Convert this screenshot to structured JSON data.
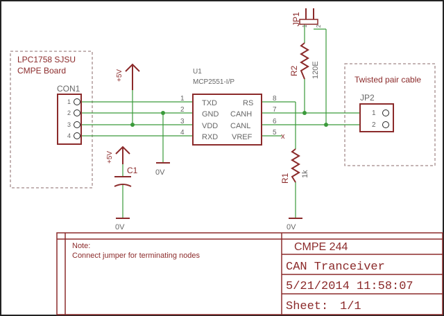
{
  "colors": {
    "net": "#3a9a3a",
    "part": "#8b2a2a",
    "frame": "#8b2a2a",
    "text_part": "#8b2a2a",
    "text_net": "#666666",
    "dashed": "#8a6a6a"
  },
  "con1": {
    "group_line1": "LPC1758 SJSU",
    "group_line2": "CMPE Board",
    "name": "CON1",
    "pins": [
      "1",
      "2",
      "3",
      "4"
    ]
  },
  "power": {
    "plus5v_a": "+5V",
    "plus5v_b": "+5V"
  },
  "u1": {
    "name": "U1",
    "part": "MCP2551-I/P",
    "left_pins": [
      {
        "num": "1",
        "label": "TXD"
      },
      {
        "num": "2",
        "label": "GND"
      },
      {
        "num": "3",
        "label": "VDD"
      },
      {
        "num": "4",
        "label": "RXD"
      }
    ],
    "right_pins": [
      {
        "num": "8",
        "label": "RS"
      },
      {
        "num": "7",
        "label": "CANH"
      },
      {
        "num": "6",
        "label": "CANL"
      },
      {
        "num": "5",
        "label": "VREF"
      }
    ],
    "nc_mark": "x"
  },
  "c1": {
    "name": "C1"
  },
  "grounds": {
    "g1": "0V",
    "g2": "0V",
    "g3": "0V"
  },
  "r1": {
    "name": "R1",
    "value": "1k"
  },
  "r2": {
    "name": "R2",
    "value": "120E"
  },
  "jp1": {
    "name": "JP1",
    "pin1": "1",
    "pin2": "2"
  },
  "jp2": {
    "group": "Twisted pair cable",
    "name": "JP2",
    "pin1": "1",
    "pin2": "2"
  },
  "title_block": {
    "note_label": "Note:",
    "note_text": "Connect jumper for terminating nodes",
    "project": "CMPE 244",
    "title": "CAN Tranceiver",
    "date": "5/21/2014 11:58:07",
    "sheet_label": "Sheet:",
    "sheet_value": "1/1"
  }
}
